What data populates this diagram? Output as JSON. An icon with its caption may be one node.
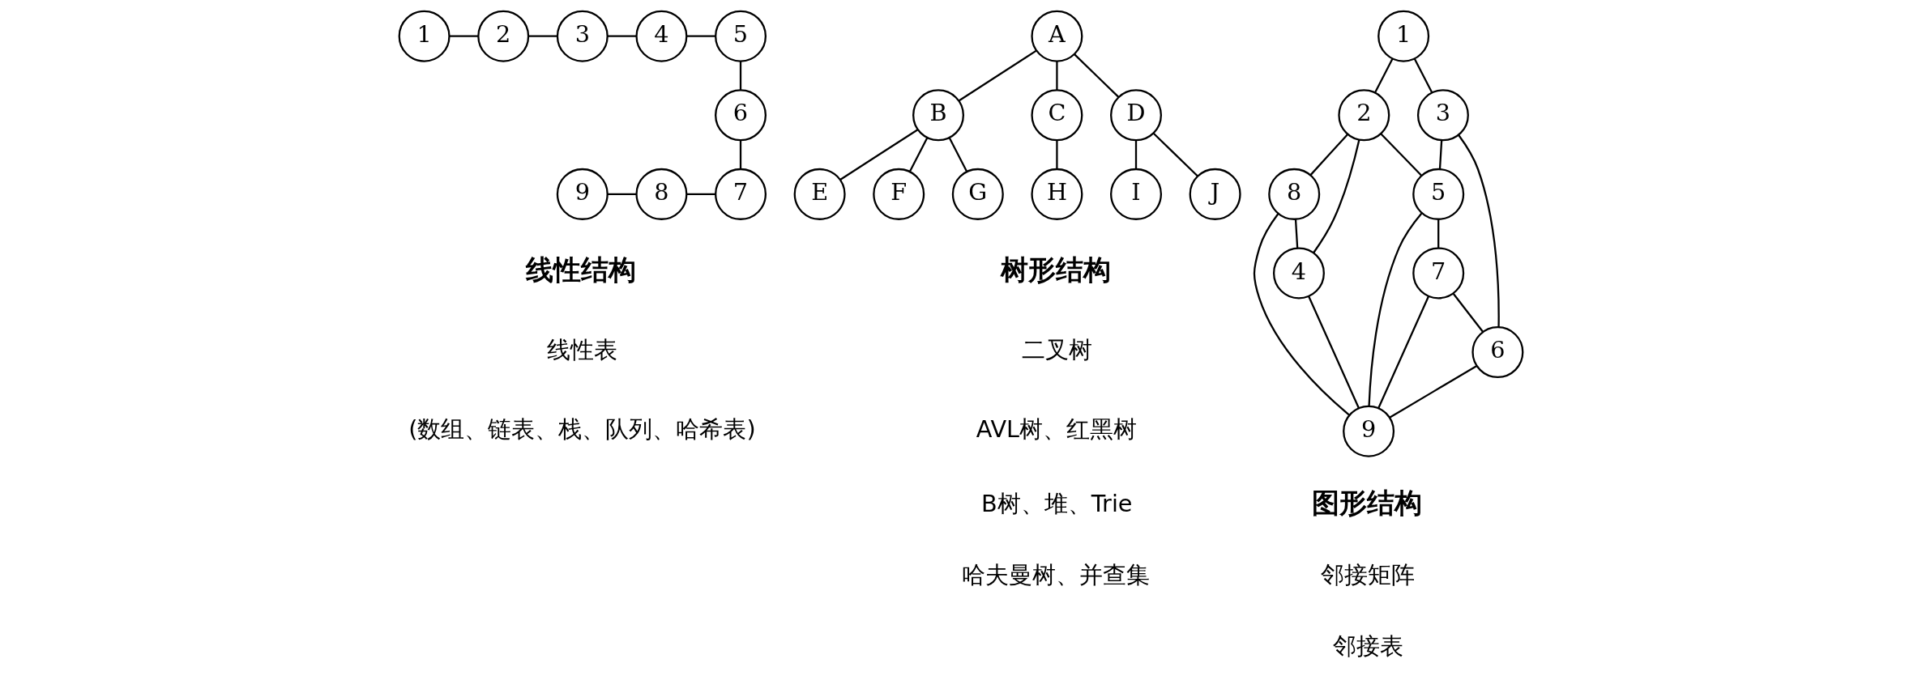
{
  "diagram": {
    "nodes": [
      {
        "text": [
          "1"
        ]
      },
      {
        "text": [
          "2"
        ]
      },
      {
        "text": [
          "3"
        ]
      },
      {
        "text": [
          "4"
        ]
      },
      {
        "text": [
          "5"
        ]
      },
      {
        "text": [
          "6"
        ]
      },
      {
        "text": [
          "7"
        ]
      },
      {
        "text": [
          "8"
        ]
      },
      {
        "text": [
          "9"
        ]
      },
      {
        "text": [
          "A"
        ]
      },
      {
        "text": [
          "B"
        ]
      },
      {
        "text": [
          "C"
        ]
      },
      {
        "text": [
          "D"
        ]
      },
      {
        "text": [
          "E"
        ]
      },
      {
        "text": [
          "F"
        ]
      },
      {
        "text": [
          "G"
        ]
      },
      {
        "text": [
          "H"
        ]
      },
      {
        "text": [
          "I"
        ]
      },
      {
        "text": [
          "J"
        ]
      },
      {
        "text": [
          "1"
        ]
      },
      {
        "text": [
          "2"
        ]
      },
      {
        "text": [
          "3"
        ]
      },
      {
        "text": [
          "5"
        ]
      },
      {
        "text": [
          "8"
        ]
      },
      {
        "text": [
          "4"
        ]
      },
      {
        "text": [
          "7"
        ]
      },
      {
        "text": [
          "6"
        ]
      },
      {
        "text": [
          "9"
        ]
      }
    ],
    "edges": [
      {
        "from": 0,
        "to": 1,
        "arrow": "none"
      },
      {
        "from": 1,
        "to": 2,
        "arrow": "none"
      },
      {
        "from": 2,
        "to": 3,
        "arrow": "none"
      },
      {
        "from": 3,
        "to": 4,
        "arrow": "none"
      },
      {
        "from": 4,
        "to": 5,
        "arrow": "none"
      },
      {
        "from": 5,
        "to": 6,
        "arrow": "none"
      },
      {
        "from": 7,
        "to": 6,
        "arrow": "none"
      },
      {
        "from": 8,
        "to": 7,
        "arrow": "none"
      },
      {
        "from": 9,
        "to": 10,
        "arrow": "none"
      },
      {
        "from": 9,
        "to": 11,
        "arrow": "none"
      },
      {
        "from": 9,
        "to": 12,
        "arrow": "none"
      },
      {
        "from": 10,
        "to": 13,
        "arrow": "none"
      },
      {
        "from": 10,
        "to": 14,
        "arrow": "none"
      },
      {
        "from": 10,
        "to": 15,
        "arrow": "none"
      },
      {
        "from": 11,
        "to": 16,
        "arrow": "none"
      },
      {
        "from": 12,
        "to": 17,
        "arrow": "none"
      },
      {
        "from": 12,
        "to": 18,
        "arrow": "none"
      },
      {
        "from": 19,
        "to": 20,
        "arrow": "none"
      },
      {
        "from": 19,
        "to": 21,
        "arrow": "none"
      },
      {
        "from": 20,
        "to": 22,
        "arrow": "none"
      },
      {
        "from": 21,
        "to": 22,
        "arrow": "none"
      },
      {
        "from": 20,
        "to": 24,
        "arrow": "none"
      },
      {
        "from": 20,
        "to": 23,
        "arrow": "none"
      },
      {
        "from": 23,
        "to": 24,
        "arrow": "none"
      },
      {
        "from": 24,
        "to": 27,
        "arrow": "none"
      },
      {
        "from": 23,
        "to": 27,
        "arrow": "none"
      },
      {
        "from": 22,
        "to": 27,
        "arrow": "none"
      },
      {
        "from": 22,
        "to": 25,
        "arrow": "none"
      },
      {
        "from": 21,
        "to": 26,
        "arrow": "none"
      },
      {
        "from": 25,
        "to": 26,
        "arrow": "none"
      },
      {
        "from": 25,
        "to": 27,
        "arrow": "none"
      },
      {
        "from": 26,
        "to": 27,
        "arrow": "none"
      }
    ],
    "labels": [
      "线性结构",
      "树形结构",
      "图形结构",
      "线性表",
      "二叉树",
      "邻接矩阵",
      "(数组、链表、栈、队列、哈希表)",
      "AVL树、红黑树",
      "邻接表",
      "B树、堆、Trie",
      "哈夫曼树、并查集"
    ]
  }
}
